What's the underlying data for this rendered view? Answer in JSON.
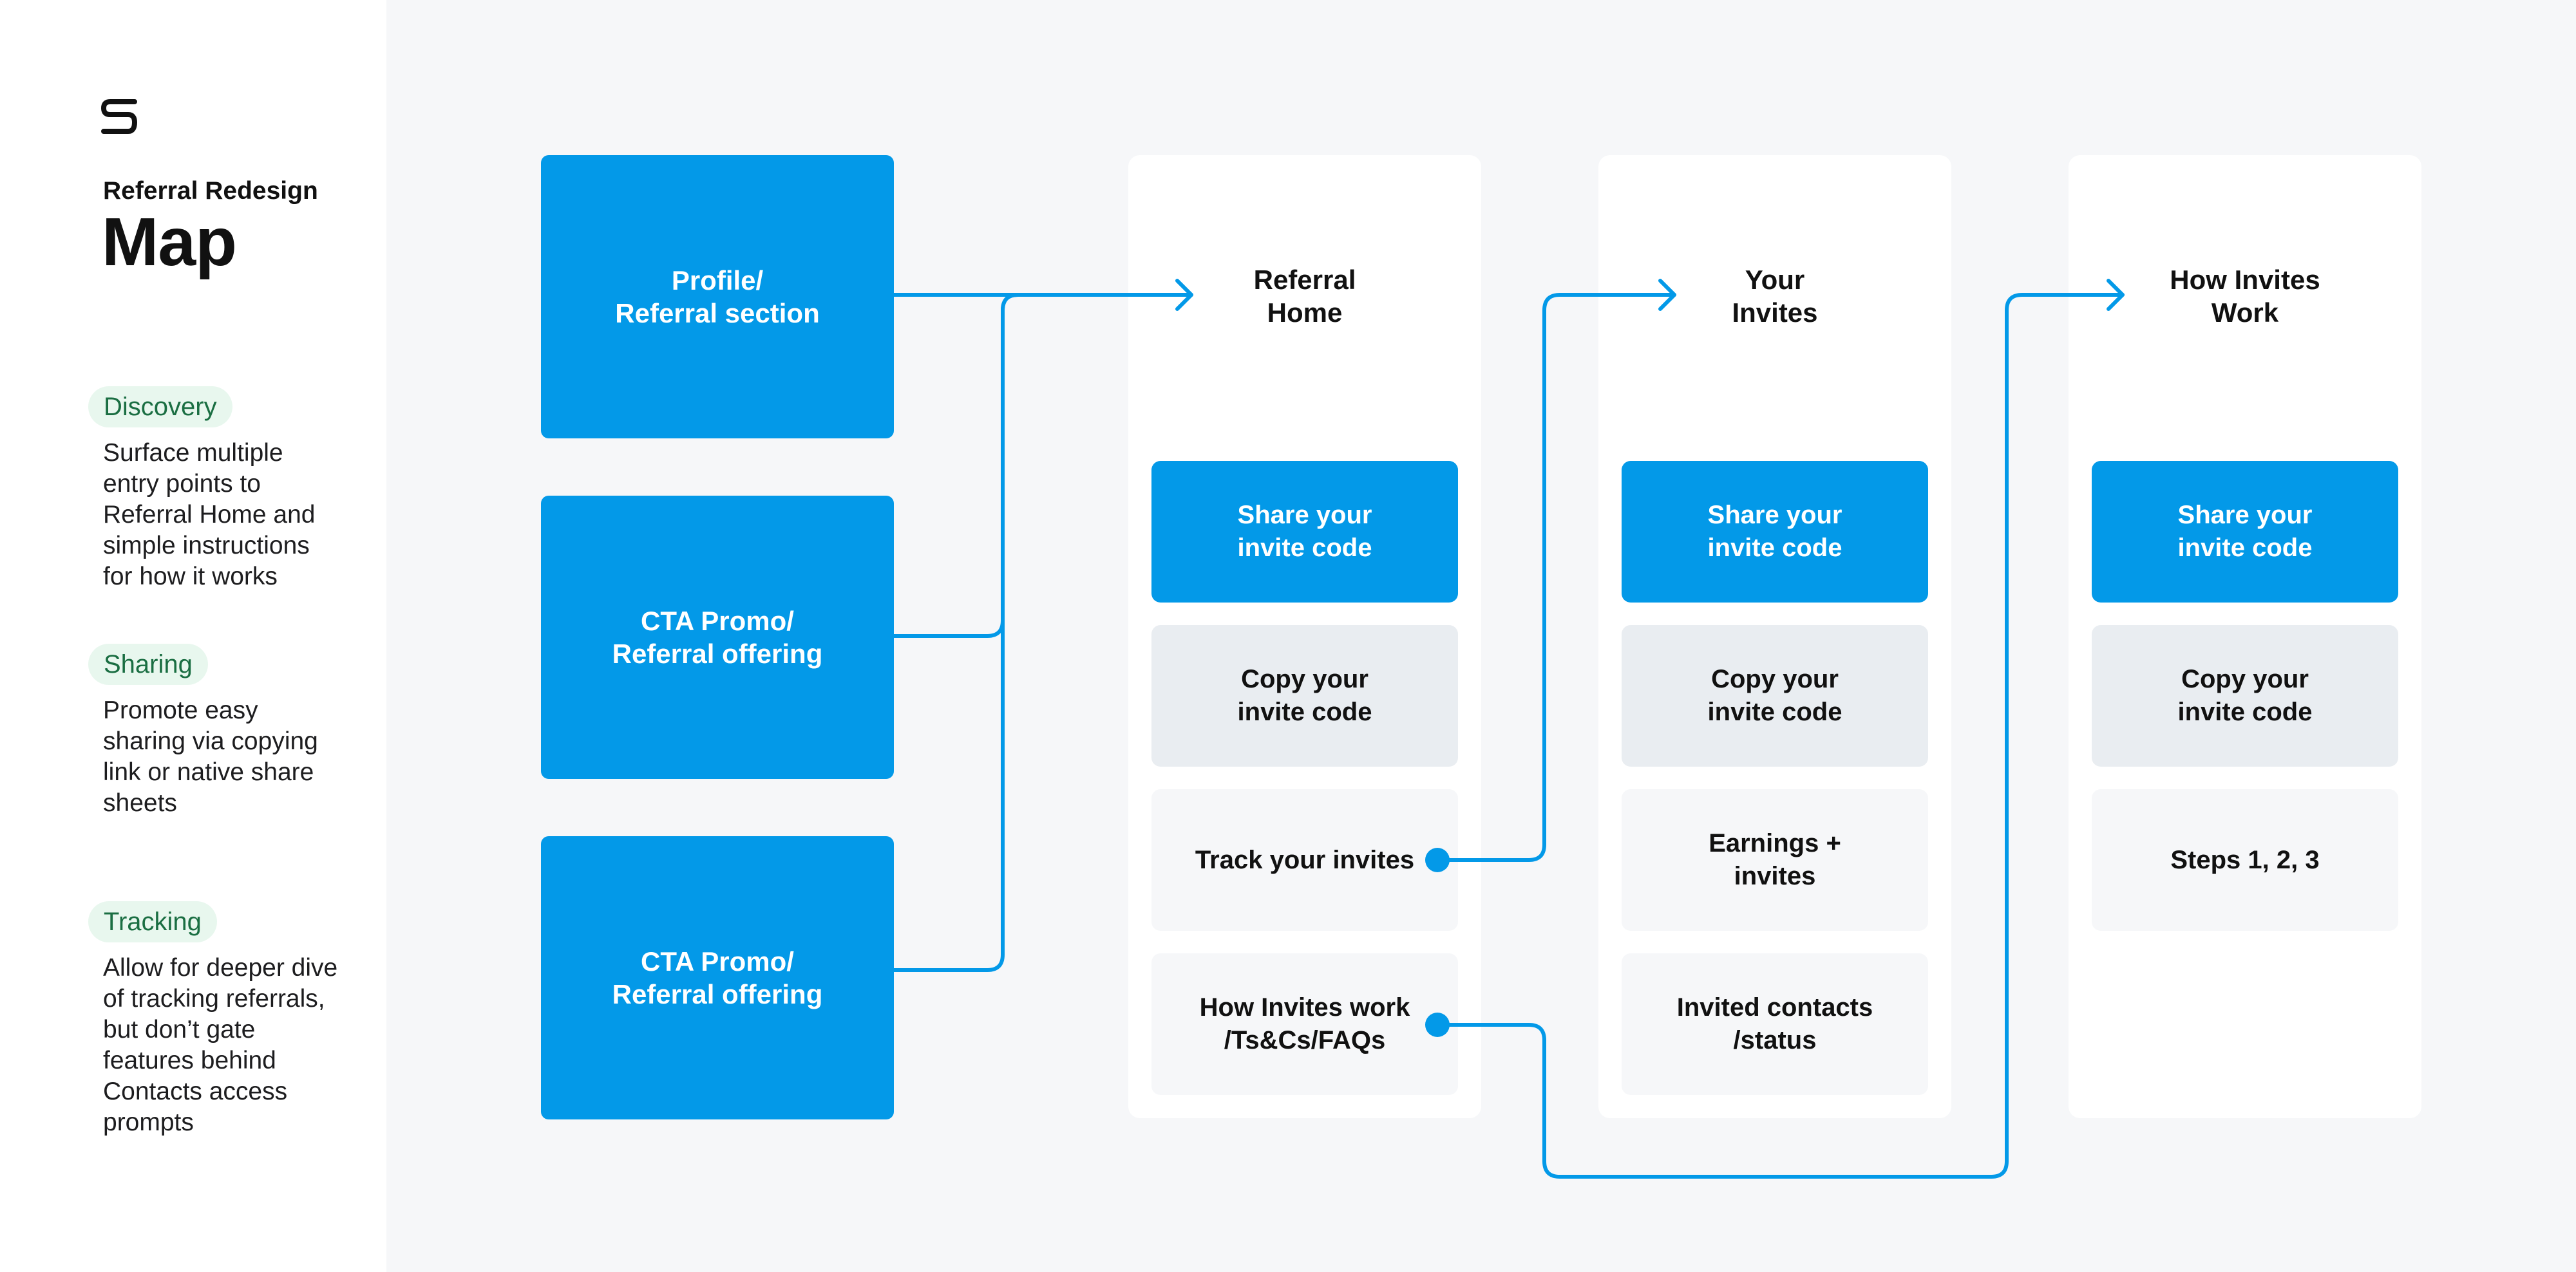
{
  "sidebar": {
    "subtitle": "Referral Redesign",
    "title": "Map",
    "sections": [
      {
        "label": "Discovery",
        "description": "Surface multiple entry points to Referral Home and simple instructions for how it works"
      },
      {
        "label": "Sharing",
        "description": "Promote easy sharing via copying link or native share sheets"
      },
      {
        "label": "Tracking",
        "description": "Allow for deeper dive of tracking referrals, but don’t gate features behind Contacts access prompts"
      }
    ]
  },
  "sources": [
    {
      "label": "Profile/\nReferral section"
    },
    {
      "label": "CTA Promo/\nReferral offering"
    },
    {
      "label": "CTA Promo/\nReferral offering"
    }
  ],
  "columns": [
    {
      "title": "Referral\nHome",
      "cards": [
        {
          "label": "Share your\ninvite code"
        },
        {
          "label": "Copy your\ninvite code"
        },
        {
          "label": "Track your invites"
        },
        {
          "label": "How Invites work\n/Ts&Cs/FAQs"
        }
      ]
    },
    {
      "title": "Your\nInvites",
      "cards": [
        {
          "label": "Share your\ninvite code"
        },
        {
          "label": "Copy your\ninvite code"
        },
        {
          "label": "Earnings +\ninvites"
        },
        {
          "label": "Invited contacts\n/status"
        }
      ]
    },
    {
      "title": "How Invites\nWork",
      "cards": [
        {
          "label": "Share your\ninvite code"
        },
        {
          "label": "Copy your\ninvite code"
        },
        {
          "label": "Steps 1, 2, 3"
        }
      ]
    }
  ],
  "colors": {
    "accent": "#0399e8",
    "pill_bg": "#e8f7ee",
    "pill_text": "#1a6e42",
    "canvas_bg": "#f6f7f9",
    "card_secondary": "#e9edf1"
  },
  "icons": {
    "logo": "brand-s-logo",
    "arrow": "arrowhead-icon",
    "dot": "connector-dot-icon"
  }
}
